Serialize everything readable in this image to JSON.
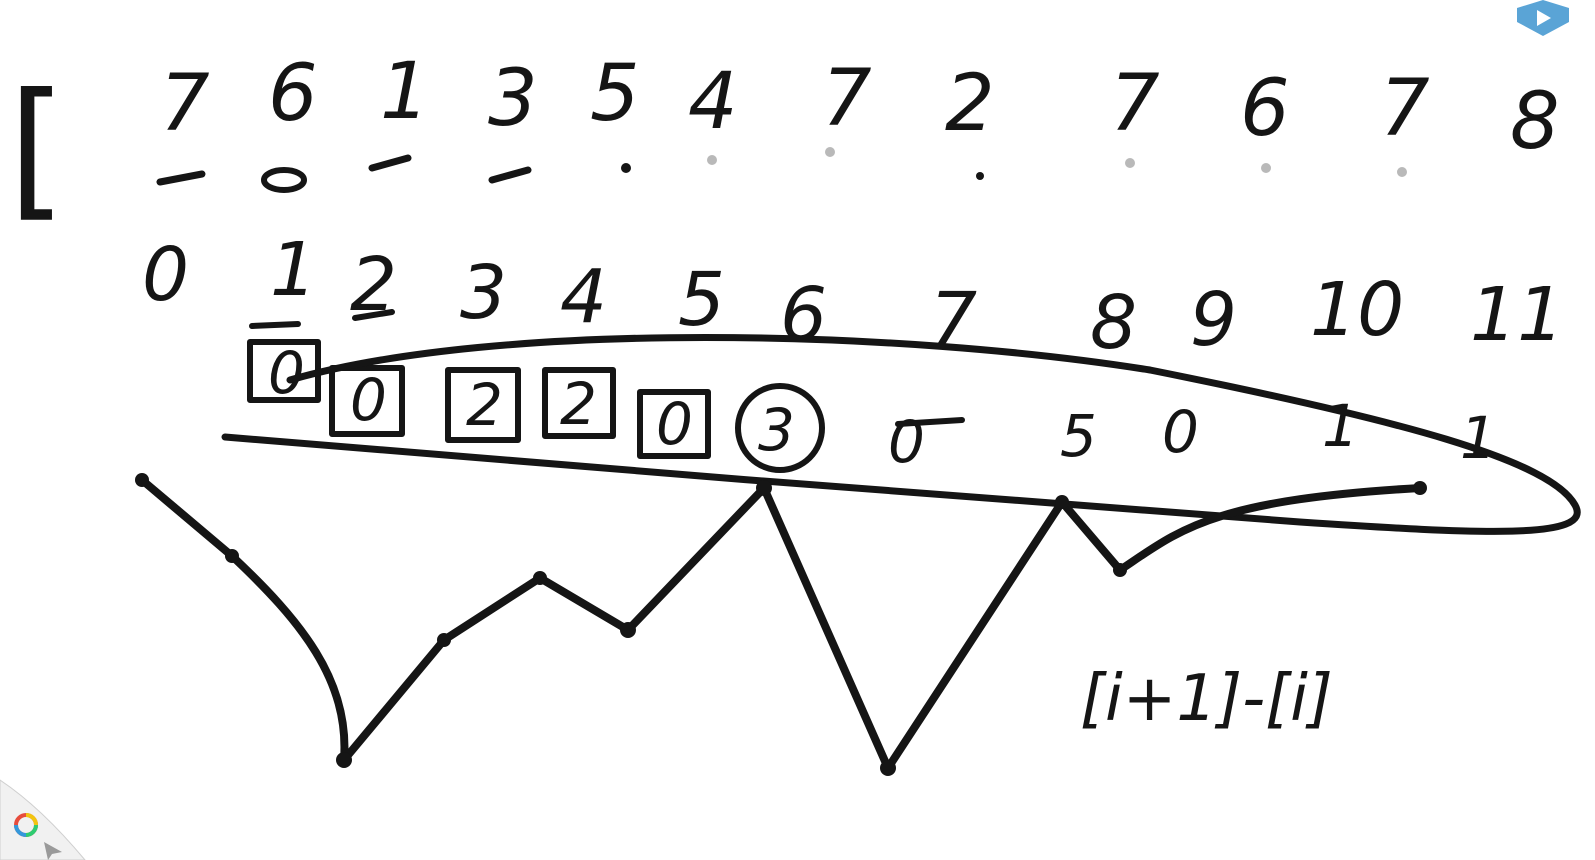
{
  "prices_open_bracket": "[",
  "prices": [
    "7",
    "6",
    "1",
    "3",
    "5",
    "4",
    "7",
    "2",
    "7",
    "6",
    "7",
    "8"
  ],
  "indices": [
    "0",
    "1",
    "2",
    "3",
    "4",
    "5",
    "6",
    "7",
    "8",
    "9",
    "10",
    "11"
  ],
  "differences": [
    "0",
    "0",
    "2",
    "2",
    "0",
    "3",
    "0",
    "5",
    "0",
    "1",
    "1"
  ],
  "formula": "[i+1]-[i]",
  "icons": {
    "app_logo": "play-logo-icon",
    "color_wheel": "color-wheel-icon",
    "pointer": "pointer-icon"
  },
  "colors": {
    "ink": "#151515",
    "logo": "#5aa4d6"
  }
}
